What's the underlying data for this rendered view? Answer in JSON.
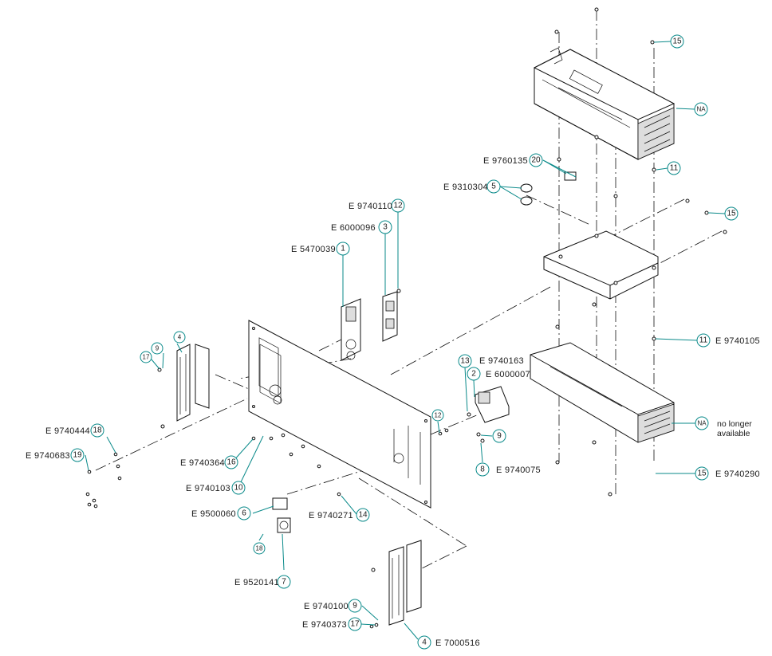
{
  "part_labels": {
    "p_9760135": "E 9760135",
    "p_9310304": "E 9310304",
    "p_9740110": "E 9740110",
    "p_6000096": "E 6000096",
    "p_5470039": "E 5470039",
    "p_9740163": "E 9740163",
    "p_6000007": "E 6000007",
    "p_9740105": "E 9740105",
    "p_9740290": "E 9740290",
    "p_9740444": "E 9740444",
    "p_9740683": "E 9740683",
    "p_9740364": "E 9740364",
    "p_9740103": "E 9740103",
    "p_9500060": "E 9500060",
    "p_9740271": "E 9740271",
    "p_9740075": "E 9740075",
    "p_9520141": "E 9520141",
    "p_9740100": "E 9740100",
    "p_9740373": "E 9740373",
    "p_7000516": "E 7000516"
  },
  "balloons": {
    "b15a": "15",
    "bNAa": "NA",
    "b20": "20",
    "b5": "5",
    "b11a": "11",
    "b15b": "15",
    "b12a": "12",
    "b3": "3",
    "b1": "1",
    "b4a": "4",
    "b9a": "9",
    "b17a": "17",
    "b13": "13",
    "b2": "2",
    "b12b": "12",
    "b9b": "9",
    "b8": "8",
    "b11b": "11",
    "bNAb": "NA",
    "b15c": "15",
    "b18a": "18",
    "b19": "19",
    "b16": "16",
    "b10": "10",
    "b6": "6",
    "b14": "14",
    "b18b": "18",
    "b7": "7",
    "b9c": "9",
    "b17b": "17",
    "b4b": "4"
  },
  "note": {
    "line1": "no longer",
    "line2": "available"
  },
  "colors": {
    "leader": "#0a8a8a",
    "line": "#111111"
  }
}
